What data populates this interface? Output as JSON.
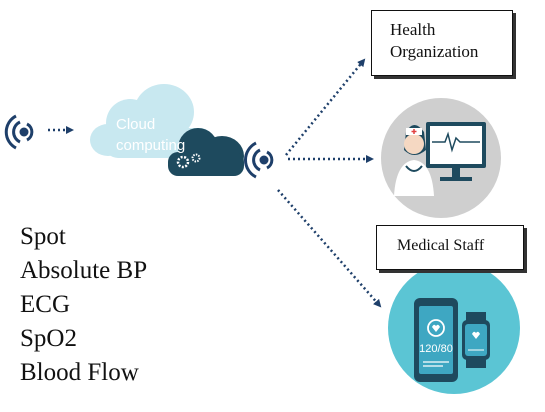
{
  "cloud": {
    "line1": "Cloud",
    "line2": "computing"
  },
  "health_org": {
    "line1": "Health",
    "line2": "Organization"
  },
  "medical_staff": {
    "label": "Medical Staff"
  },
  "phone": {
    "reading": "120/80"
  },
  "metrics": [
    "Spot",
    "Absolute BP",
    "ECG",
    "SpO2",
    "Blood Flow"
  ],
  "colors": {
    "cloud_light": "#c8e8f0",
    "cloud_dark": "#1e4a5e",
    "arrow": "#1e3f6a",
    "doctor_bg": "#cfcfcf",
    "device_bg": "#5bc5d4"
  },
  "icons": [
    "wireless-signal-icon",
    "cloud-computing-icon",
    "gear-icon",
    "doctor-monitor-icon",
    "phone-watch-icon"
  ]
}
